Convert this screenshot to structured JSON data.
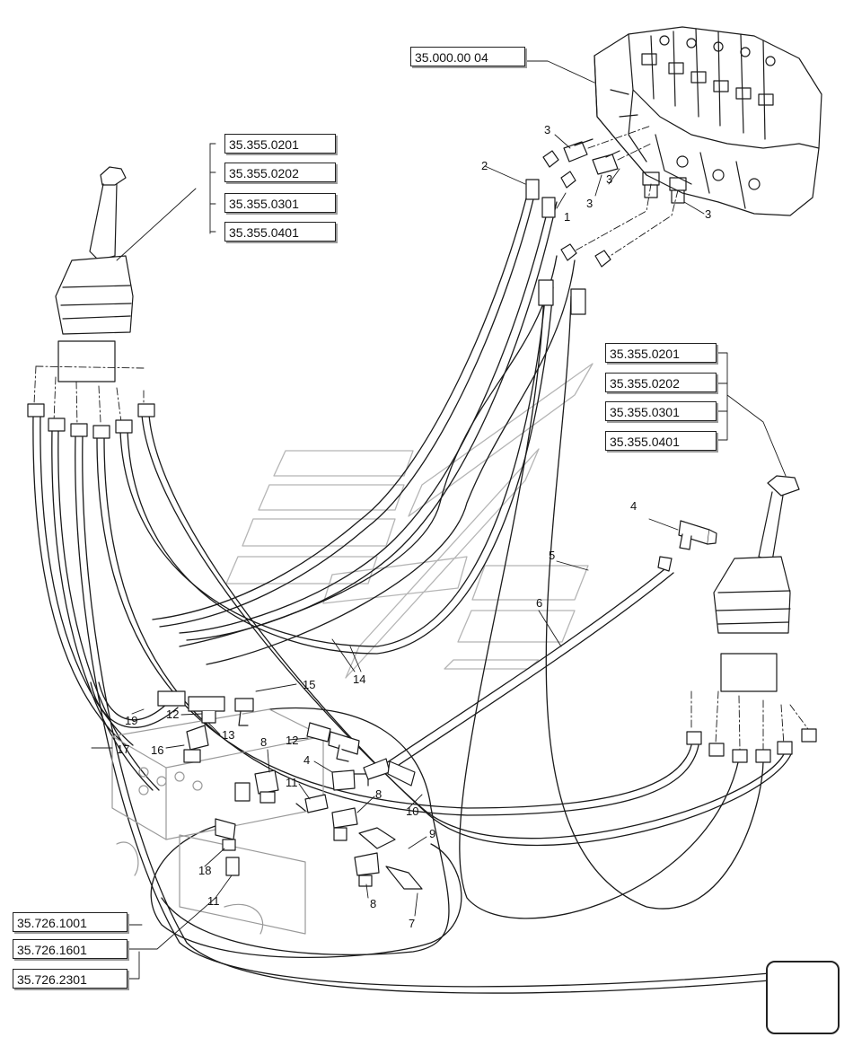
{
  "ref_boxes": {
    "valve": "35.000.00 04",
    "left": [
      "35.355.0201",
      "35.355.0202",
      "35.355.0301",
      "35.355.0401"
    ],
    "right": [
      "35.355.0201",
      "35.355.0202",
      "35.355.0301",
      "35.355.0401"
    ],
    "bottom": [
      "35.726.1001",
      "35.726.1601",
      "35.726.2301"
    ]
  },
  "callouts": {
    "c1": "1",
    "c2": "2",
    "c3a": "3",
    "c3b": "3",
    "c3c": "3",
    "c3d": "3",
    "c4a": "4",
    "c4b": "4",
    "c5": "5",
    "c6": "6",
    "c7": "7",
    "c8a": "8",
    "c8b": "8",
    "c8c": "8",
    "c9": "9",
    "c10": "10",
    "c11a": "11",
    "c11b": "11",
    "c12a": "12",
    "c12b": "12",
    "c13": "13",
    "c14": "14",
    "c15": "15",
    "c16": "16",
    "c17": "17",
    "c18": "18",
    "c19": "19"
  },
  "icons": {
    "nav": "next-page-arrow-icon",
    "watermark": "logo-watermark-icon"
  }
}
